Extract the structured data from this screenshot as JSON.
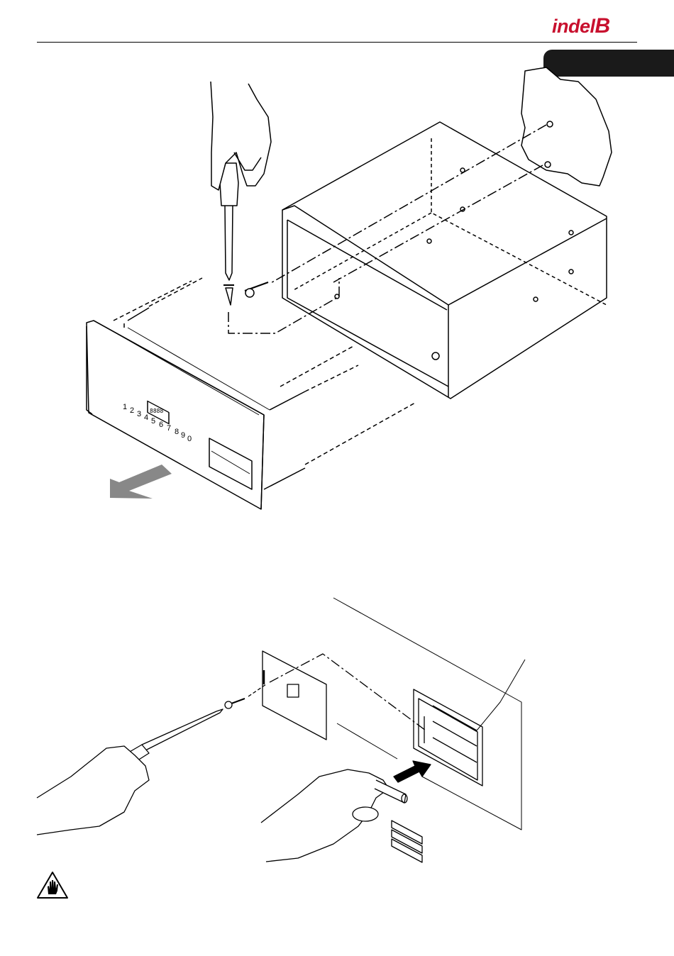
{
  "header": {
    "brand_name": "indel",
    "brand_letter": "B",
    "brand_color": "#c8102e"
  },
  "keypad": {
    "digits": [
      "1",
      "2",
      "3",
      "4",
      "5",
      "6",
      "7",
      "8",
      "9",
      "0"
    ],
    "display": "8888"
  },
  "icons": {
    "top_figure": "safe-installation-illustration",
    "bottom_figure": "battery-replacement-illustration",
    "warning": "warning-hand-icon"
  }
}
